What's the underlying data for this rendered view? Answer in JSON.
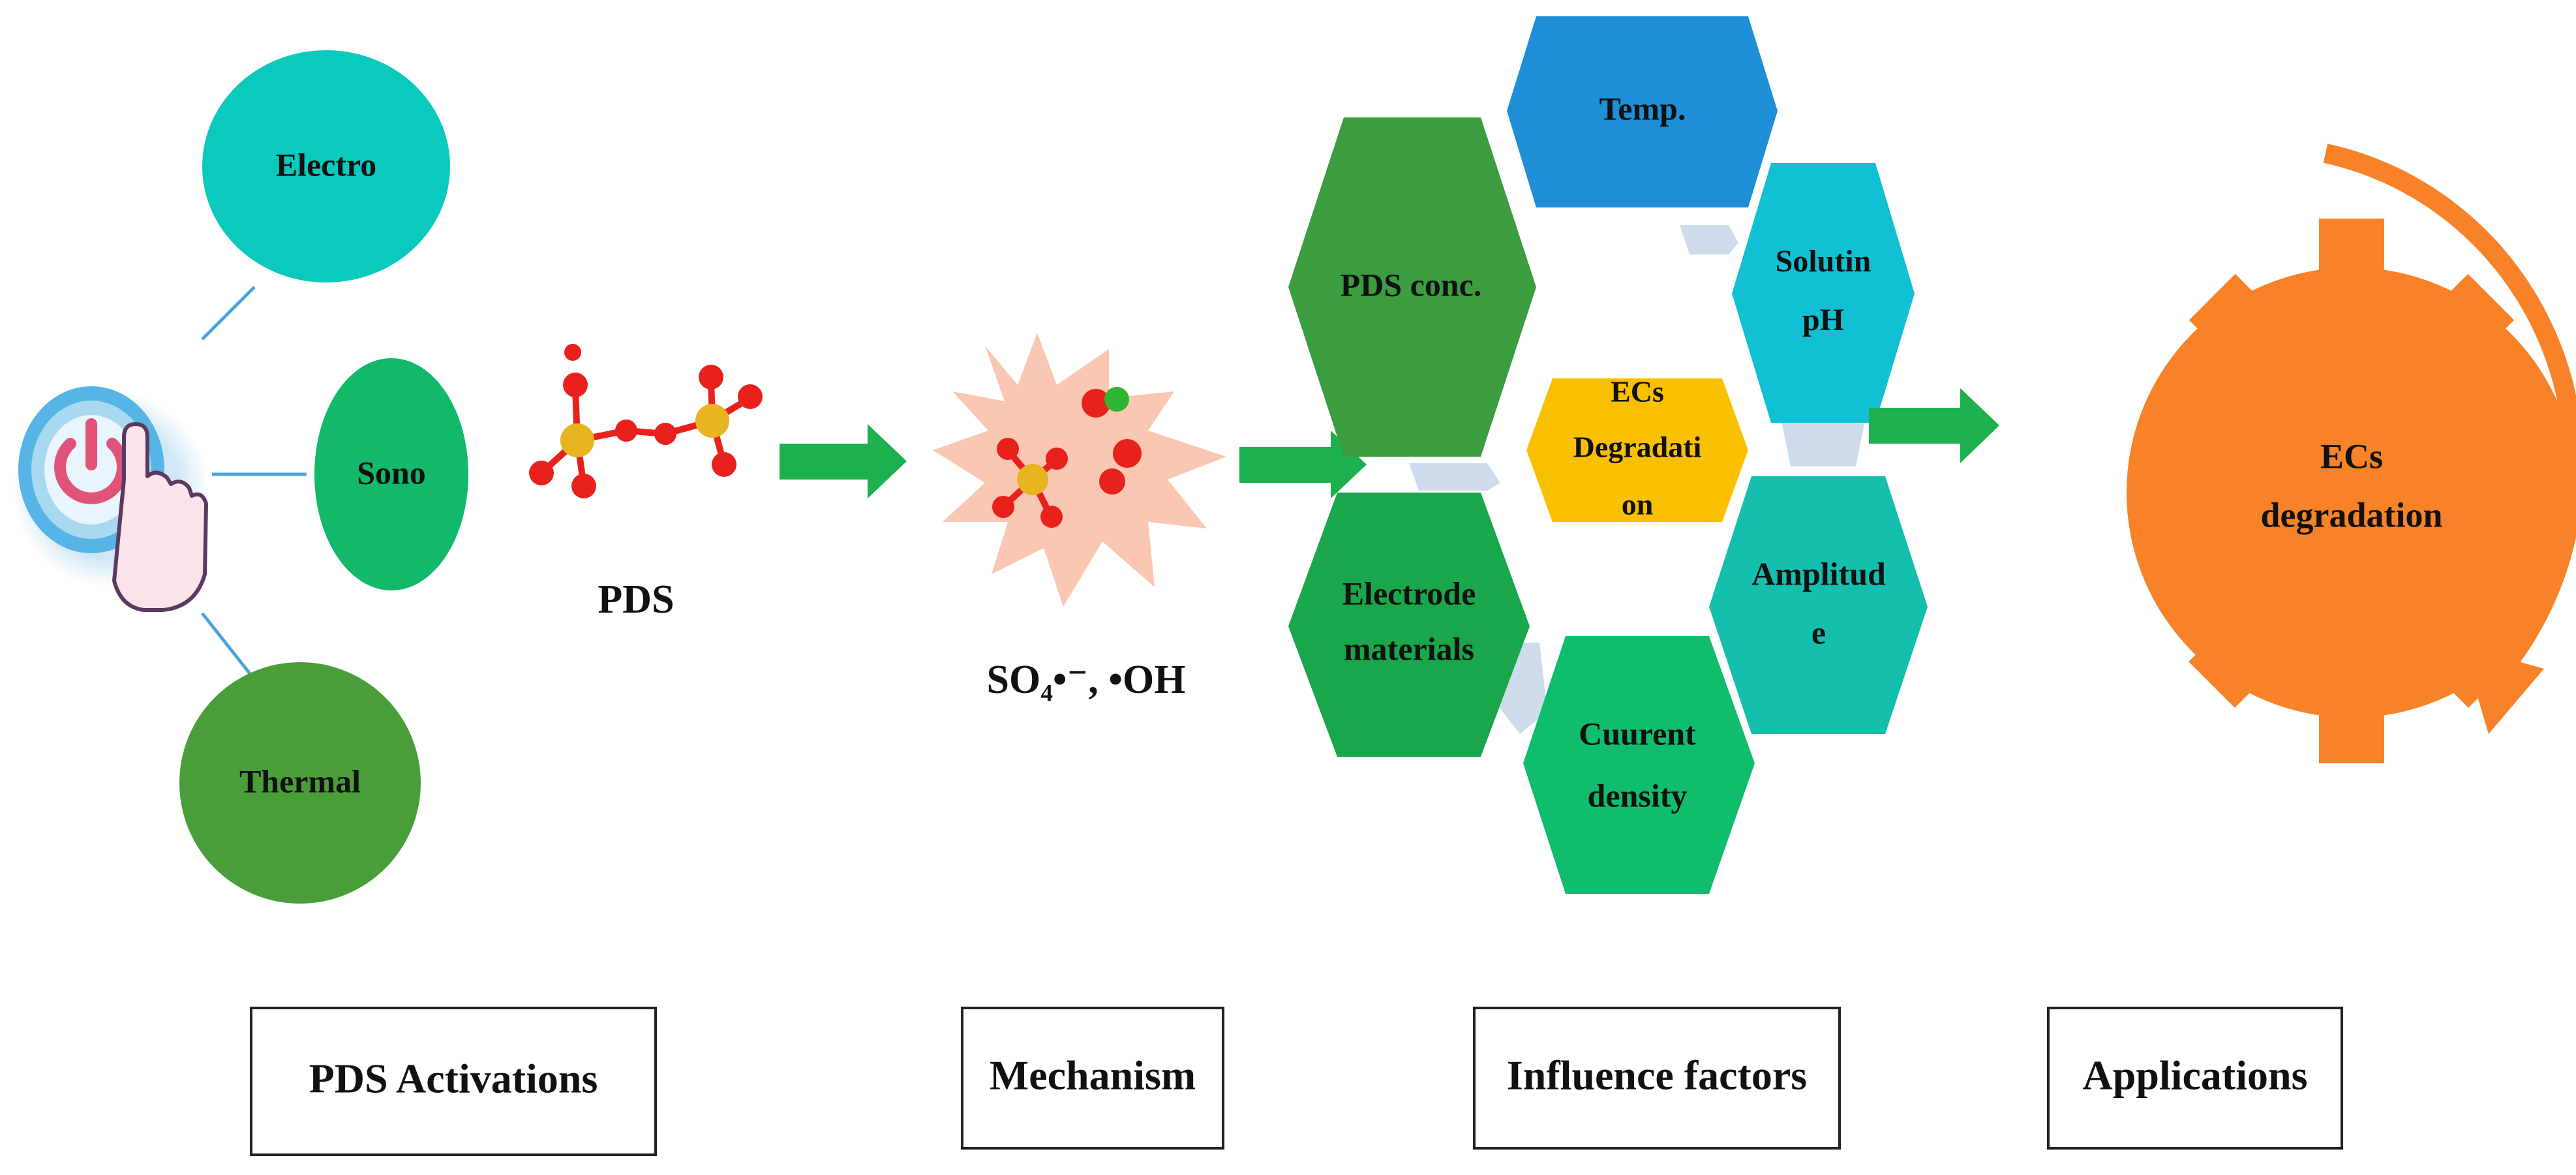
{
  "activation": {
    "methods": [
      "Electro",
      "Sono",
      "Thermal"
    ],
    "molecule_label": "PDS",
    "section_label": "PDS Activations"
  },
  "mechanism": {
    "radicals_label": "SO₄•⁻,  •OH",
    "section_label": "Mechanism"
  },
  "influence": {
    "factors": {
      "temp": "Temp.",
      "pds_conc": "PDS conc.",
      "solution_ph": [
        "Solutin",
        "pH"
      ],
      "center": [
        "ECs",
        "Degradati",
        "on"
      ],
      "electrode": [
        "Electrode",
        "materials"
      ],
      "amplitude": [
        "Amplitud",
        "e"
      ],
      "current": [
        "Cuurent",
        "density"
      ]
    },
    "section_label": "Influence factors"
  },
  "applications": {
    "gear_label": [
      "ECs",
      "degradation"
    ],
    "section_label": "Applications"
  },
  "colors": {
    "electro": "#0ac9bd",
    "sono": "#12b96a",
    "thermal": "#4a9e3a",
    "arrow_green": "#1cb04e",
    "temp": "#1e8ed6",
    "pds_conc": "#3b9d3f",
    "solution_ph": "#12c0d3",
    "center": "#f9c000",
    "electrode": "#1aa64a",
    "amplitude": "#14bfae",
    "current": "#0fbd6c",
    "gear": "#f78228",
    "burst": "#f9c7b2"
  },
  "icons": [
    "power-button-hand-icon",
    "pds-molecule-icon",
    "radical-burst-icon",
    "gear-icon",
    "circular-arrow-icon"
  ]
}
